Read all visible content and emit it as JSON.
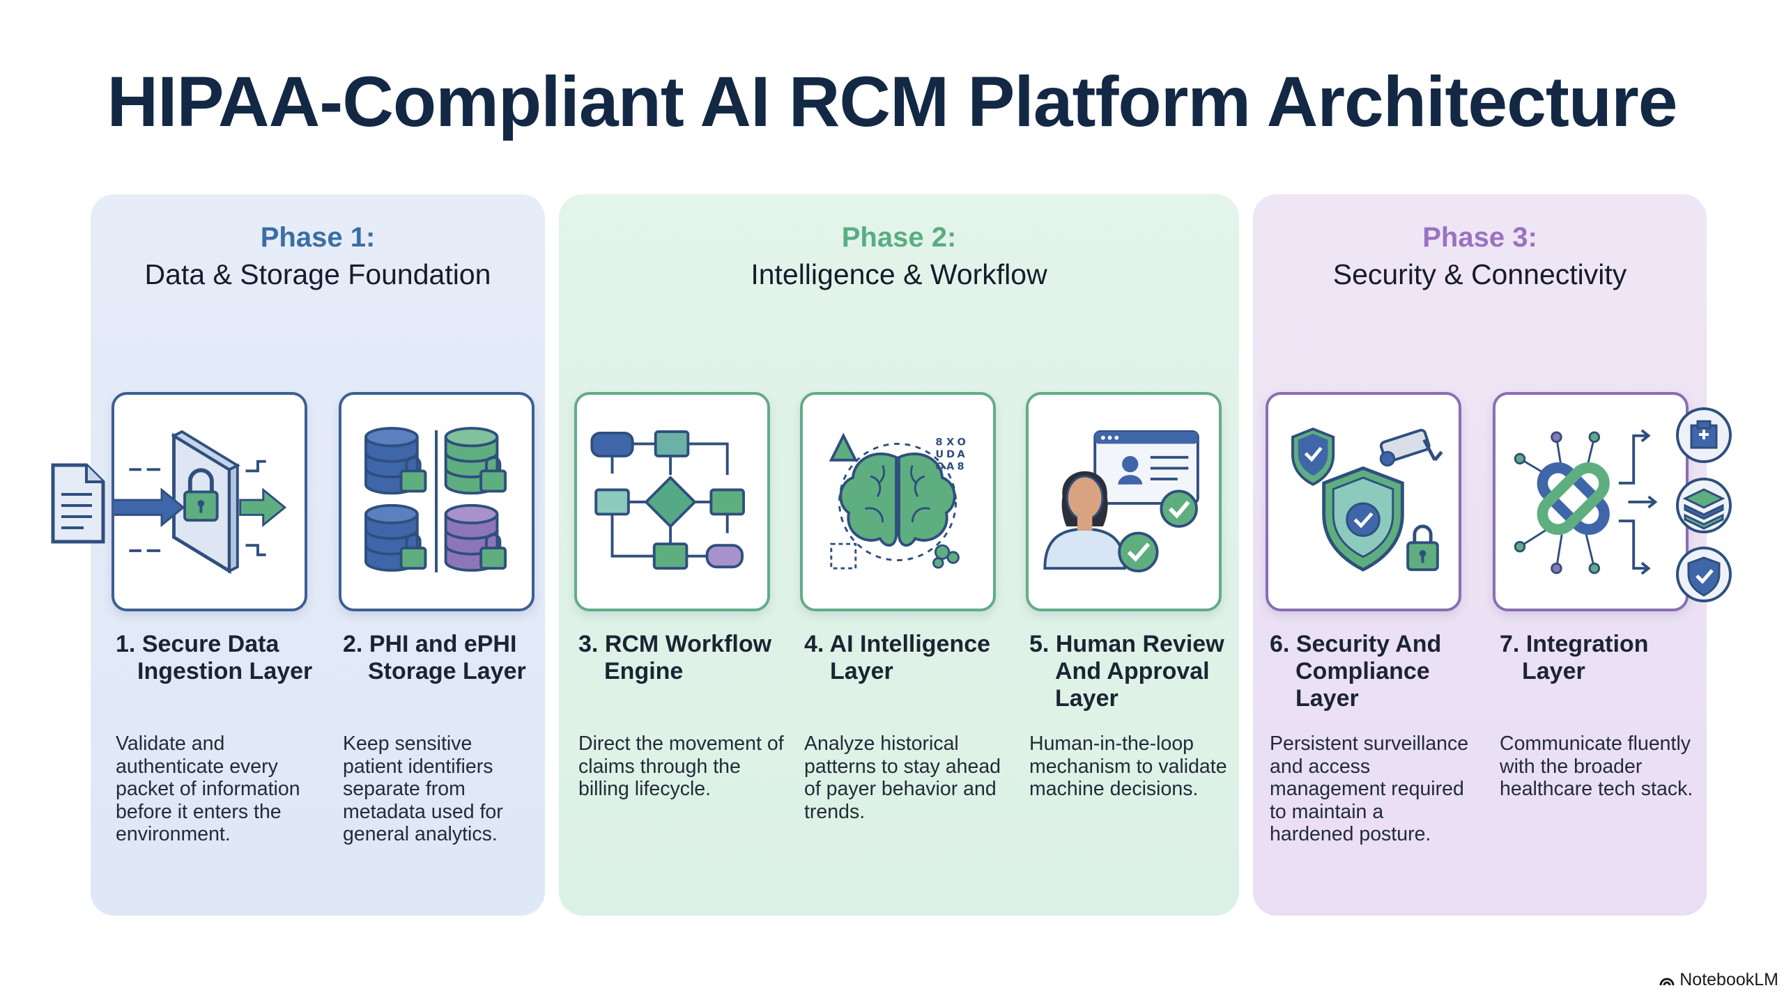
{
  "title": "HIPAA-Compliant AI RCM Platform Architecture",
  "phases": [
    {
      "label": "Phase 1:",
      "name": "Data & Storage Foundation"
    },
    {
      "label": "Phase 2:",
      "name": "Intelligence & Workflow"
    },
    {
      "label": "Phase 3:",
      "name": "Security & Connectivity"
    }
  ],
  "layers": [
    {
      "number": "1.",
      "name_line1": "Secure Data",
      "name_line2": "Ingestion Layer",
      "name_line3": "",
      "description": "Validate and authenticate every packet of information before it enters the environment."
    },
    {
      "number": "2.",
      "name_line1": "PHI and ePHI",
      "name_line2": "Storage Layer",
      "name_line3": "",
      "description": "Keep sensitive patient identifiers separate from metadata used for general analytics."
    },
    {
      "number": "3.",
      "name_line1": "RCM Workflow",
      "name_line2": "Engine",
      "name_line3": "",
      "description": "Direct the movement of claims through the billing lifecycle."
    },
    {
      "number": "4.",
      "name_line1": "AI Intelligence",
      "name_line2": "Layer",
      "name_line3": "",
      "description": "Analyze historical patterns to stay ahead of payer behavior and trends."
    },
    {
      "number": "5.",
      "name_line1": "Human Review",
      "name_line2": "And Approval",
      "name_line3": "Layer",
      "description": "Human-in-the-loop mechanism to validate machine decisions."
    },
    {
      "number": "6.",
      "name_line1": "Security And",
      "name_line2": "Compliance",
      "name_line3": "Layer",
      "description": "Persistent surveillance and access management required to maintain a hardened posture."
    },
    {
      "number": "7.",
      "name_line1": "Integration",
      "name_line2": "Layer",
      "name_line3": "",
      "description": "Communicate fluently with the broader healthcare tech stack."
    }
  ],
  "icons": [
    "document-arrow-lock-icon",
    "database-lock-icon",
    "workflow-flowchart-icon",
    "brain-ai-icon",
    "human-reviewer-icon",
    "shield-camera-lock-icon",
    "chain-link-integration-icon"
  ],
  "colors": {
    "phase1": "#3b6ea3",
    "phase2": "#59ad83",
    "phase3": "#9a72c0",
    "title": "#132844"
  },
  "brand": "NotebookLM"
}
